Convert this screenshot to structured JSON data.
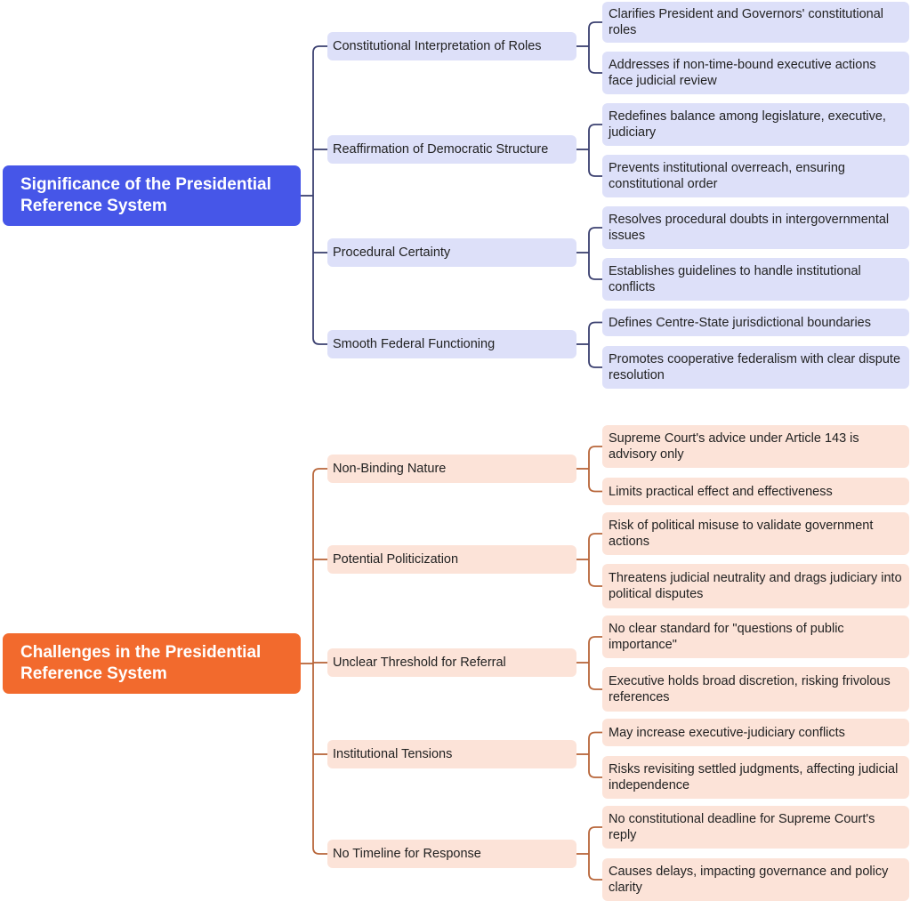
{
  "colors": {
    "s1_root": "#4656e8",
    "s1_node": "#dde0f9",
    "s1_line": "#3b4070",
    "s2_root": "#f26a2d",
    "s2_node": "#fce3d8",
    "s2_line": "#b8663a"
  },
  "sections": [
    {
      "title": "Significance of the Presidential Reference System",
      "branches": [
        {
          "label": "Constitutional Interpretation of Roles",
          "leaves": [
            "Clarifies President and Governors' constitutional roles",
            "Addresses if non-time-bound executive actions face judicial review"
          ]
        },
        {
          "label": "Reaffirmation of Democratic Structure",
          "leaves": [
            "Redefines balance among legislature, executive, judiciary",
            "Prevents institutional overreach, ensuring constitutional order"
          ]
        },
        {
          "label": "Procedural Certainty",
          "leaves": [
            "Resolves procedural doubts in intergovernmental issues",
            "Establishes guidelines to handle institutional conflicts"
          ]
        },
        {
          "label": "Smooth Federal Functioning",
          "leaves": [
            "Defines Centre-State jurisdictional boundaries",
            "Promotes cooperative federalism with clear dispute resolution"
          ]
        }
      ]
    },
    {
      "title": "Challenges in the Presidential Reference System",
      "branches": [
        {
          "label": "Non-Binding Nature",
          "leaves": [
            "Supreme Court's advice under Article 143 is advisory only",
            "Limits practical effect and effectiveness"
          ]
        },
        {
          "label": "Potential Politicization",
          "leaves": [
            "Risk of political misuse to validate government actions",
            "Threatens judicial neutrality and drags judiciary into political disputes"
          ]
        },
        {
          "label": "Unclear Threshold for Referral",
          "leaves": [
            "No clear standard for \"questions of public importance\"",
            "Executive holds broad discretion, risking frivolous references"
          ]
        },
        {
          "label": "Institutional Tensions",
          "leaves": [
            "May increase executive-judiciary conflicts",
            "Risks revisiting settled judgments, affecting judicial independence"
          ]
        },
        {
          "label": "No Timeline for Response",
          "leaves": [
            "No constitutional deadline for Supreme Court's reply",
            "Causes delays, impacting governance and policy clarity"
          ]
        }
      ]
    }
  ]
}
